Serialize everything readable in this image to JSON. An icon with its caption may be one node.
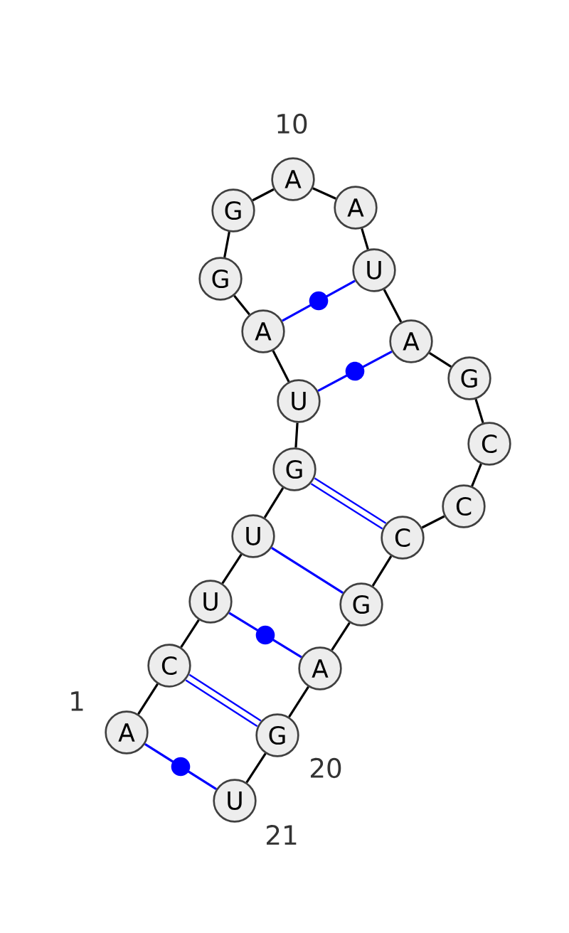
{
  "diagram": {
    "nodes": [
      {
        "text": [
          "A"
        ],
        "beside": [
          "1"
        ]
      },
      {
        "text": [
          "C"
        ]
      },
      {
        "text": [
          "U"
        ]
      },
      {
        "text": [
          "U"
        ]
      },
      {
        "text": [
          "G"
        ]
      },
      {
        "text": [
          "U"
        ]
      },
      {
        "text": [
          "A"
        ]
      },
      {
        "text": [
          "G"
        ]
      },
      {
        "text": [
          "G"
        ]
      },
      {
        "text": [
          "A"
        ],
        "beside": [
          "10"
        ]
      },
      {
        "text": [
          "A"
        ]
      },
      {
        "text": [
          "U"
        ]
      },
      {
        "text": [
          "A"
        ]
      },
      {
        "text": [
          "G"
        ]
      },
      {
        "text": [
          "C"
        ]
      },
      {
        "text": [
          "C"
        ]
      },
      {
        "text": [
          "C"
        ]
      },
      {
        "text": [
          "G"
        ]
      },
      {
        "text": [
          "A"
        ]
      },
      {
        "text": [
          "G"
        ],
        "beside": [
          "20"
        ]
      },
      {
        "text": [
          "U"
        ],
        "beside": [
          "21"
        ]
      }
    ],
    "edges": [
      {
        "from": 0,
        "to": 1,
        "arrow": "none"
      },
      {
        "from": 1,
        "to": 2,
        "arrow": "none"
      },
      {
        "from": 2,
        "to": 3,
        "arrow": "none"
      },
      {
        "from": 3,
        "to": 4,
        "arrow": "none"
      },
      {
        "from": 4,
        "to": 5,
        "arrow": "none"
      },
      {
        "from": 5,
        "to": 6,
        "arrow": "none"
      },
      {
        "from": 6,
        "to": 7,
        "arrow": "none"
      },
      {
        "from": 7,
        "to": 8,
        "arrow": "none"
      },
      {
        "from": 8,
        "to": 9,
        "arrow": "none"
      },
      {
        "from": 9,
        "to": 10,
        "arrow": "none"
      },
      {
        "from": 10,
        "to": 11,
        "arrow": "none"
      },
      {
        "from": 11,
        "to": 12,
        "arrow": "none"
      },
      {
        "from": 12,
        "to": 13,
        "arrow": "none"
      },
      {
        "from": 13,
        "to": 14,
        "arrow": "none"
      },
      {
        "from": 14,
        "to": 15,
        "arrow": "none"
      },
      {
        "from": 15,
        "to": 16,
        "arrow": "none"
      },
      {
        "from": 16,
        "to": 17,
        "arrow": "none"
      },
      {
        "from": 17,
        "to": 18,
        "arrow": "none"
      },
      {
        "from": 18,
        "to": 19,
        "arrow": "none"
      },
      {
        "from": 19,
        "to": 20,
        "arrow": "none"
      },
      {
        "from": 0,
        "to": 20,
        "arrow": "none",
        "color": "#0000ff"
      },
      {
        "from": 1,
        "to": 19,
        "arrow": "none",
        "color": "#0000ff",
        "style": "thick"
      },
      {
        "from": 2,
        "to": 18,
        "arrow": "none",
        "color": "#0000ff"
      },
      {
        "from": 3,
        "to": 17,
        "arrow": "none",
        "color": "#0000ff"
      },
      {
        "from": 4,
        "to": 16,
        "arrow": "none",
        "color": "#0000ff",
        "style": "thick"
      },
      {
        "from": 5,
        "to": 12,
        "arrow": "none",
        "color": "#0000ff"
      },
      {
        "from": 6,
        "to": 11,
        "arrow": "none",
        "color": "#0000ff"
      }
    ]
  }
}
